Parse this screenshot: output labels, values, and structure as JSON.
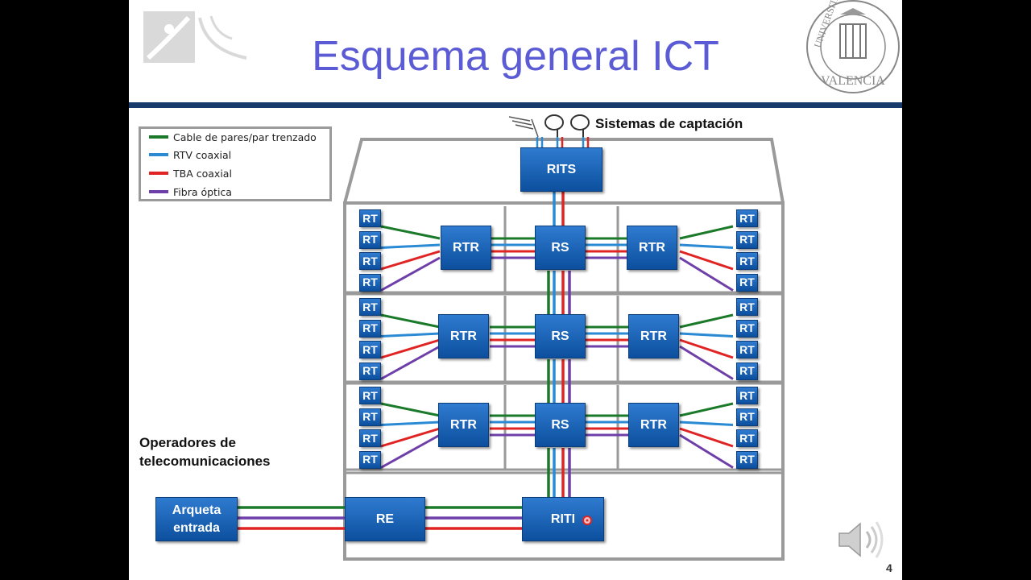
{
  "slide": {
    "title": "Esquema general ICT",
    "page_number": "4"
  },
  "legend": [
    {
      "label": "Cable de pares/par trenzado",
      "color": "#1a7a2a"
    },
    {
      "label": "RTV coaxial",
      "color": "#2a8ad4"
    },
    {
      "label": "TBA coaxial",
      "color": "#e02424"
    },
    {
      "label": "Fibra óptica",
      "color": "#6e3fa8"
    }
  ],
  "labels": {
    "captacion": "Sistemas de captación",
    "operadores_line1": "Operadores de",
    "operadores_line2": "telecomunicaciones"
  },
  "nodes": {
    "rits": "RITS",
    "riti": "RITI",
    "re": "RE",
    "arqueta_line1": "Arqueta",
    "arqueta_line2": "entrada",
    "rs": "RS",
    "rtr": "RTR",
    "rt": "RT"
  },
  "colors": {
    "pairs": "#1a7a2a",
    "rtv": "#2a8ad4",
    "tba": "#e02424",
    "fiber": "#6e3fa8",
    "box": "#0c4f9e",
    "building": "#9a9a9a",
    "title": "#5b5bd6",
    "rule": "#183b6e"
  }
}
